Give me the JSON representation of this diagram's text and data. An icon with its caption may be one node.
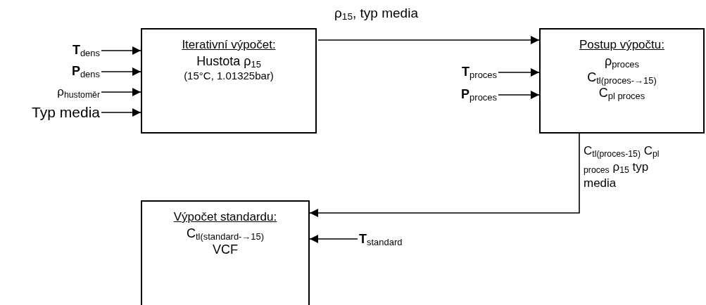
{
  "diagram": {
    "nodes": [
      {
        "text": [
          "**T**$_{dens}$"
        ]
      },
      {
        "text": [
          "**P**$_{dens}$"
        ]
      },
      {
        "text": [
          "ρ$_{hustoměr}$"
        ]
      },
      {
        "text": [
          "Typ media"
        ]
      },
      {
        "text": [
          "Iterativní výpočet:",
          "Hustota ρ$_{15}$",
          "(15°C, 1.01325bar)"
        ]
      },
      {
        "text": [
          "**T**$_{proces}$"
        ]
      },
      {
        "text": [
          "**P**$_{proces}$"
        ]
      },
      {
        "text": [
          "Postup výpočtu:",
          "ρ$_{proces}$",
          "C$_{tl(proces-→15)}$",
          "C$_{pl proces}$"
        ]
      },
      {
        "text": [
          "Výpočet standardu:",
          "C$_{tl(standard-→15)}$",
          "VCF"
        ]
      },
      {
        "text": [
          "**T**$_{standard}$"
        ]
      }
    ],
    "edges": [
      {
        "from": 0,
        "to": 4,
        "arrow": "to"
      },
      {
        "from": 1,
        "to": 4,
        "arrow": "to"
      },
      {
        "from": 2,
        "to": 4,
        "arrow": "to"
      },
      {
        "from": 3,
        "to": 4,
        "arrow": "to"
      },
      {
        "from": 4,
        "to": 7,
        "arrow": "to",
        "label": "ρ$_{15}$, typ media"
      },
      {
        "from": 5,
        "to": 7,
        "arrow": "to"
      },
      {
        "from": 6,
        "to": 7,
        "arrow": "to"
      },
      {
        "from": 7,
        "to": 8,
        "arrow": "to",
        "label": "C$_{tl(proces-15)}$ C$_{pl proces}$ ρ$_{15}$ typ media"
      },
      {
        "from": 9,
        "to": 8,
        "arrow": "to"
      }
    ]
  }
}
